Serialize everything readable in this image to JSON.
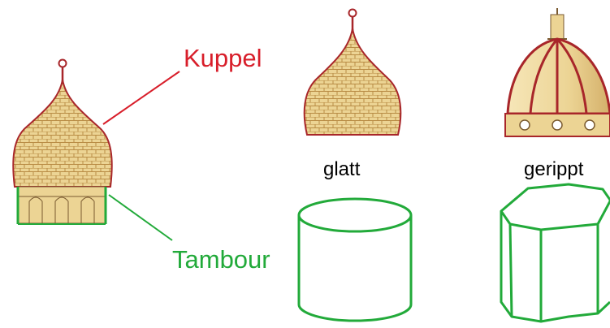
{
  "labels": {
    "kuppel": "Kuppel",
    "tambour": "Tambour",
    "glatt": "glatt",
    "gerippt": "gerippt"
  },
  "colors": {
    "kuppel": "#d81e2a",
    "tambour": "#22aa3a",
    "dome_fill": "#ecd494",
    "dome_pattern": "#b98c45",
    "dome_outline": "#a8262a",
    "text": "#000000"
  },
  "icons": {
    "onion_dome": "onion-dome-icon",
    "ribbed_dome": "ribbed-dome-icon",
    "cylinder": "cylinder-outline",
    "prism": "octagonal-prism-outline"
  }
}
